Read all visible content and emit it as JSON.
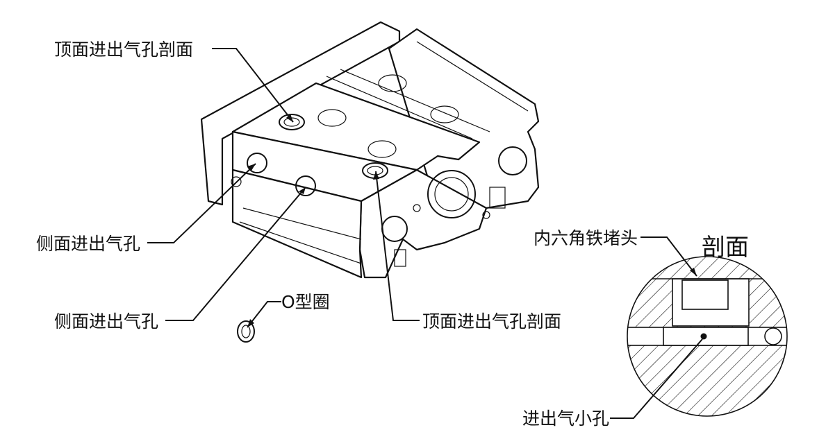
{
  "labels": {
    "top_port_section_1": "顶面进出气孔剖面",
    "top_port_section_2": "顶面进出气孔剖面",
    "side_port_1": "侧面进出气孔",
    "side_port_2": "侧面进出气孔",
    "o_ring": "O型圈",
    "hex_plug": "内六角铁堵头",
    "section_title": "剖面",
    "small_air_hole": "进出气小孔"
  }
}
